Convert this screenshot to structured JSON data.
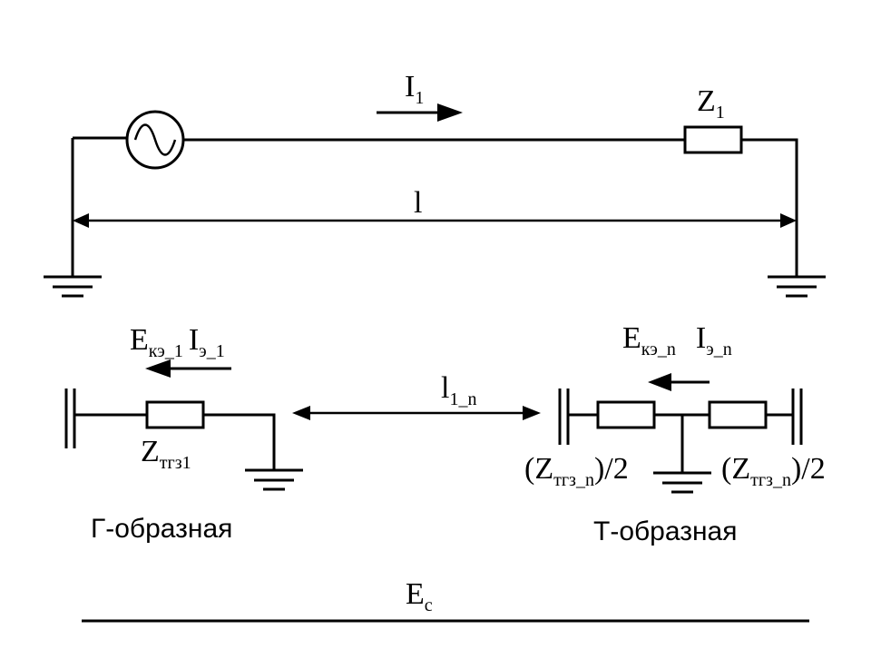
{
  "top_circuit": {
    "current_label": "I",
    "current_sub": "1",
    "impedance_label": "Z",
    "impedance_sub": "1",
    "length_label": "l"
  },
  "g_model": {
    "emf_label": "E",
    "emf_sub": "кэ_1",
    "current_label": "I",
    "current_sub": "э_1",
    "impedance_label": "Z",
    "impedance_sub": "тгз1",
    "caption": "Г-образная"
  },
  "span": {
    "label": "l",
    "sub": "1_n"
  },
  "t_model": {
    "emf_label": "E",
    "emf_sub": "кэ_n",
    "current_label": "I",
    "current_sub": "э_n",
    "left_imp_open": "(Z",
    "left_imp_sub": "тгз_n",
    "left_imp_close": ")/2",
    "right_imp_open": "(Z",
    "right_imp_sub": "тгз_n",
    "right_imp_close": ")/2",
    "caption": "Т-образная"
  },
  "bottom": {
    "emf_label": "E",
    "emf_sub": "c"
  }
}
